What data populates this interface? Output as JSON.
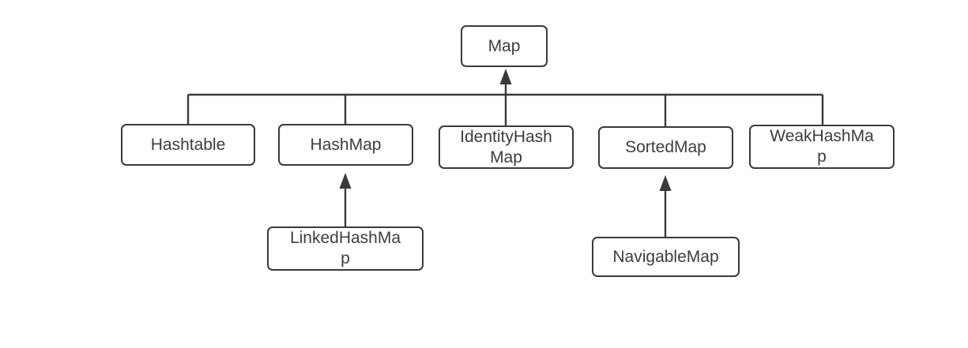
{
  "diagram": {
    "type": "class-hierarchy",
    "subject": "Map hierarchy"
  },
  "colors": {
    "line": "#3a3a3a",
    "text": "#3d3d3d",
    "box_fill": "#ffffff",
    "background": "#ffffff"
  },
  "nodes": {
    "map": {
      "label": "Map",
      "lines": [
        "Map"
      ]
    },
    "hashtable": {
      "label": "Hashtable",
      "lines": [
        "Hashtable"
      ]
    },
    "hashmap": {
      "label": "HashMap",
      "lines": [
        "HashMap"
      ]
    },
    "identityhashmap": {
      "label": "IdentityHashMap",
      "lines": [
        "IdentityHash",
        "Map"
      ]
    },
    "sortedmap": {
      "label": "SortedMap",
      "lines": [
        "SortedMap"
      ]
    },
    "weakhashmap": {
      "label": "WeakHashMap",
      "lines": [
        "WeakHashMa",
        "p"
      ]
    },
    "linkedhashmap": {
      "label": "LinkedHashMap",
      "lines": [
        "LinkedHashMa",
        "p"
      ]
    },
    "navigablemap": {
      "label": "NavigableMap",
      "lines": [
        "NavigableMap"
      ]
    }
  },
  "edges": [
    {
      "from": "Hashtable",
      "to": "Map",
      "style": "line"
    },
    {
      "from": "HashMap",
      "to": "Map",
      "style": "line"
    },
    {
      "from": "IdentityHashMap",
      "to": "Map",
      "style": "arrow"
    },
    {
      "from": "SortedMap",
      "to": "Map",
      "style": "line"
    },
    {
      "from": "WeakHashMap",
      "to": "Map",
      "style": "line"
    },
    {
      "from": "LinkedHashMap",
      "to": "HashMap",
      "style": "arrow"
    },
    {
      "from": "NavigableMap",
      "to": "SortedMap",
      "style": "arrow"
    }
  ]
}
